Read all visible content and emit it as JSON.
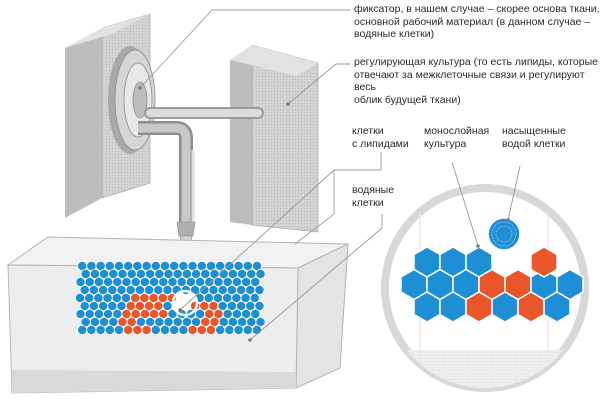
{
  "labels": {
    "fixator_1": "фиксатор, в нашем случае – скорее основа ткани,",
    "fixator_2": "основной рабочий материал (в данном случае –",
    "fixator_3": "водяные клетки)",
    "culture_1": "регулирующая культура (то есть липиды, которые",
    "culture_2": "отвечают за межклеточные связи и регулируют весь",
    "culture_3": "облик будущей ткани)",
    "lipid_cells_1": "клетки",
    "lipid_cells_2": "с липидами",
    "water_cells_1": "водяные",
    "water_cells_2": "клетки",
    "monolayer_1": "монослойная",
    "monolayer_2": "культура",
    "saturated_1": "насыщенные",
    "saturated_2": "водой клетки"
  },
  "colors": {
    "blue_cell": "#1e8fd4",
    "orange_cell": "#e8562a",
    "panel_gray": "#cfcfcf",
    "line_gray": "#9a9a9a"
  }
}
